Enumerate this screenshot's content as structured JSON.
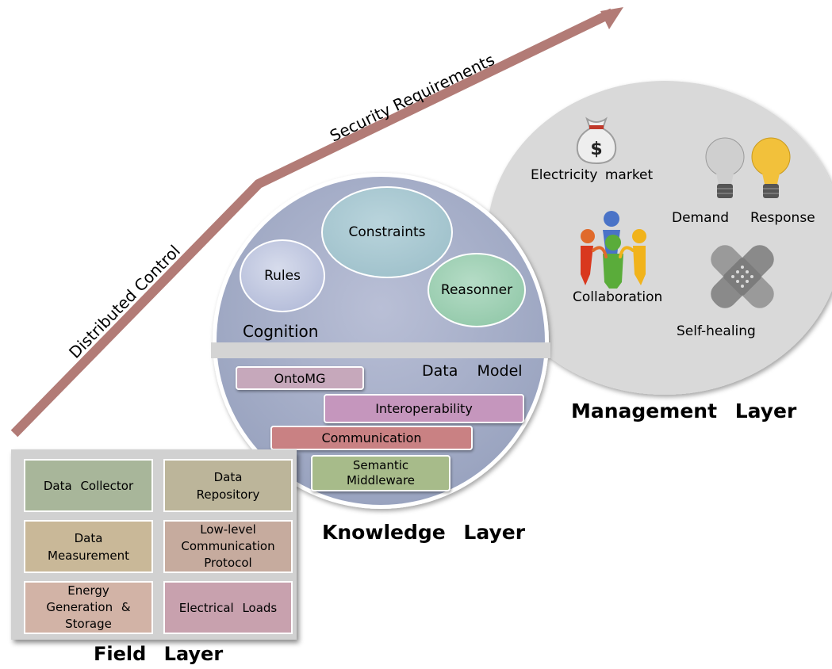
{
  "arrow": {
    "label_lower": "Distributed   Control",
    "label_upper": "Security   Requirements",
    "color": "#b27b76"
  },
  "management": {
    "title": "Management   Layer",
    "circle_color": "#d9d9d9",
    "electricity_market": {
      "label": "Electricity    market",
      "icon": "money-bag-icon",
      "icon_glyph": "$"
    },
    "demand": {
      "label": "Demand",
      "icon": "light-bulb-gray-icon"
    },
    "response": {
      "label": "Response",
      "icon": "light-bulb-yellow-icon"
    },
    "collaboration": {
      "label": "Collaboration",
      "icon": "people-circle-icon"
    },
    "self_healing": {
      "label": "Self-healing",
      "icon": "bandage-icon"
    }
  },
  "knowledge": {
    "title": "Knowledge   Layer",
    "circle_color": "#9aa3bd",
    "cognition": {
      "label": "Cognition",
      "rules": "Rules",
      "constraints": "Constraints",
      "reasonner": "Reasonner"
    },
    "data_model": {
      "label": "Data    Model",
      "bars": {
        "ontomg": "OntoMG",
        "interoperability": "Interoperability",
        "communication": "Communication",
        "semantic_middleware_1": "Semantic",
        "semantic_middleware_2": "Middleware"
      }
    }
  },
  "field": {
    "title": "Field    Layer",
    "data_collector": "Data   Collector",
    "data_repository_1": "Data",
    "data_repository_2": "Repository",
    "data_measurement_1": "Data",
    "data_measurement_2": "Measurement",
    "low_level_1": "Low-level",
    "low_level_2": "Communication",
    "low_level_3": "Protocol",
    "energy_1": "Energy",
    "energy_2": "Generation    &",
    "energy_3": "Storage",
    "electrical_loads": "Electrical    Loads"
  }
}
